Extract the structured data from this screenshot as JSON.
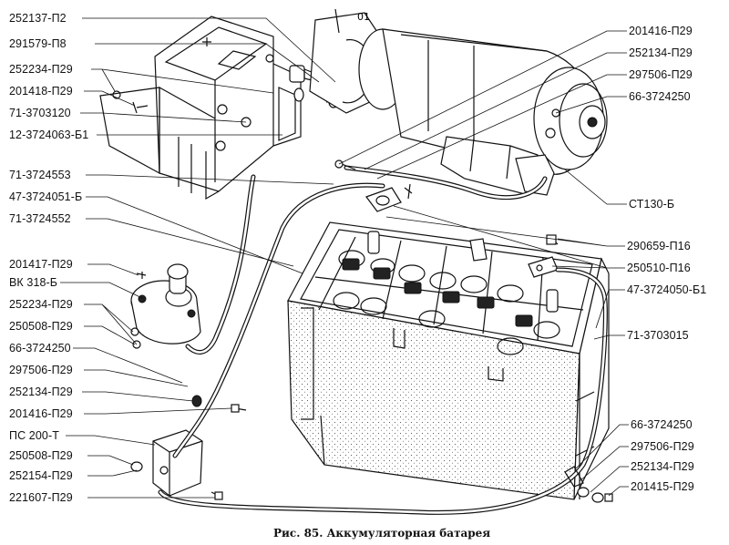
{
  "figure": {
    "caption": "Рис. 85. Аккумуляторная батарея"
  },
  "labels_left": [
    {
      "id": "252137-p2",
      "text": "252137-П2"
    },
    {
      "id": "291579-p8",
      "text": "291579-П8"
    },
    {
      "id": "252234-p29-a",
      "text": "252234-П29"
    },
    {
      "id": "201418-p29",
      "text": "201418-П29"
    },
    {
      "id": "71-3703120",
      "text": "71-3703120"
    },
    {
      "id": "12-3724063-b1",
      "text": "12-3724063-Б1"
    },
    {
      "id": "71-3724553",
      "text": "71-3724553"
    },
    {
      "id": "47-3724051-b",
      "text": "47-3724051-Б"
    },
    {
      "id": "71-3724552",
      "text": "71-3724552"
    },
    {
      "id": "201417-p29",
      "text": "201417-П29"
    },
    {
      "id": "vk318-b",
      "text": "ВК 318-Б"
    },
    {
      "id": "252234-p29-b",
      "text": "252234-П29"
    },
    {
      "id": "250508-p29-a",
      "text": "250508-П29"
    },
    {
      "id": "66-3724250-a",
      "text": "66-3724250"
    },
    {
      "id": "297506-p29-a",
      "text": "297506-П29"
    },
    {
      "id": "252134-p29-a",
      "text": "252134-П29"
    },
    {
      "id": "201416-p29-a",
      "text": "201416-П29"
    },
    {
      "id": "ps200-t",
      "text": "ПС 200-Т"
    },
    {
      "id": "250508-p29-b",
      "text": "250508-П29"
    },
    {
      "id": "252154-p29",
      "text": "252154-П29"
    },
    {
      "id": "221607-p29",
      "text": "221607-П29"
    }
  ],
  "labels_right": [
    {
      "id": "201416-p29-b",
      "text": "201416-П29"
    },
    {
      "id": "252134-p29-b",
      "text": "252134-П29"
    },
    {
      "id": "297506-p29-b",
      "text": "297506-П29"
    },
    {
      "id": "66-3724250-b",
      "text": "66-3724250"
    },
    {
      "id": "st130-b",
      "text": "СТ130-Б"
    },
    {
      "id": "290659-p16",
      "text": "290659-П16"
    },
    {
      "id": "250510-p16",
      "text": "250510-П16"
    },
    {
      "id": "47-3724050-b1",
      "text": "47-3724050-Б1"
    },
    {
      "id": "71-3703015",
      "text": "71-3703015"
    },
    {
      "id": "66-3724250-c",
      "text": "66-3724250"
    },
    {
      "id": "297506-p29-c",
      "text": "297506-П29"
    },
    {
      "id": "252134-p29-c",
      "text": "252134-П29"
    },
    {
      "id": "201415-p29",
      "text": "201415-П29"
    }
  ],
  "starter_marking": "01"
}
